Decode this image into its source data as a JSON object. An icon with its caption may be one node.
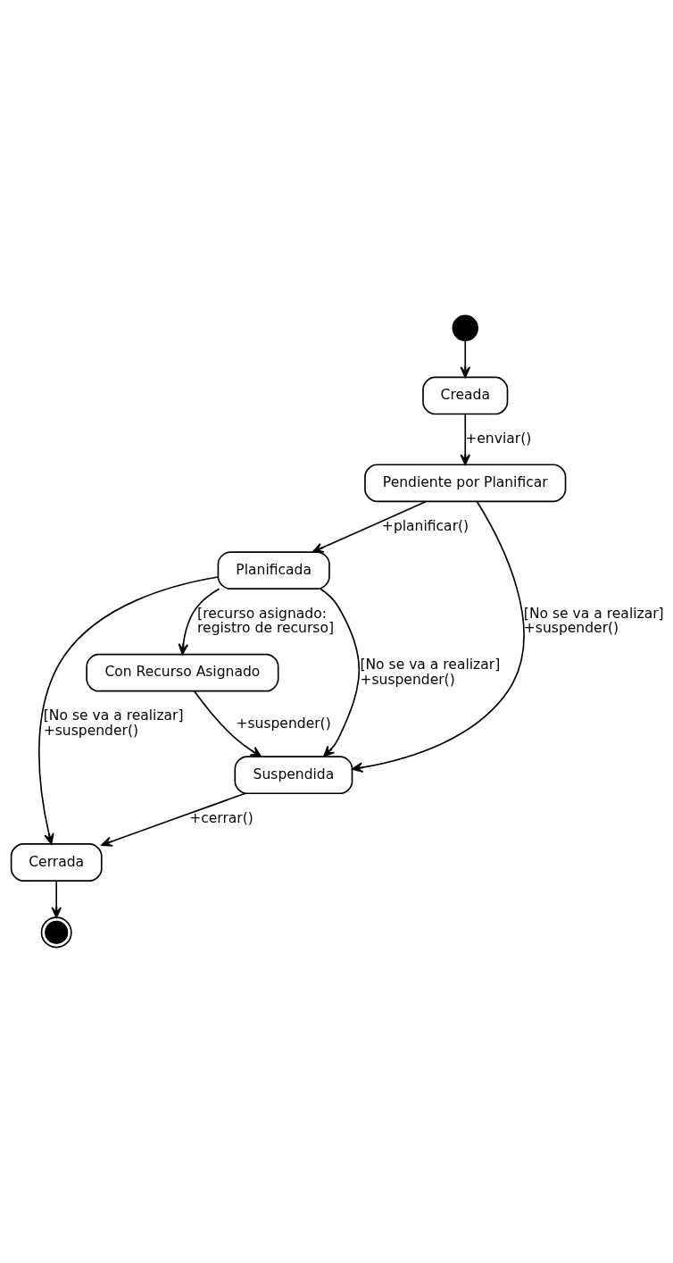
{
  "diagram": {
    "nodes": [
      {
        "text": [],
        "shape": "circle"
      },
      {
        "text": [
          "Creada"
        ]
      },
      {
        "text": [
          "Pendiente por Planificar"
        ]
      },
      {
        "text": [
          "Planificada"
        ]
      },
      {
        "text": [
          "Con Recurso Asignado"
        ]
      },
      {
        "text": [
          "Suspendida"
        ]
      },
      {
        "text": [
          "Cerrada"
        ]
      },
      {
        "text": [],
        "shape": "bullseye"
      }
    ],
    "edges": [
      {
        "from": 0,
        "to": 1,
        "arrow": "to"
      },
      {
        "from": 1,
        "to": 2,
        "arrow": "to",
        "label": "+enviar()"
      },
      {
        "from": 2,
        "to": 3,
        "arrow": "to",
        "label": "+planificar()"
      },
      {
        "from": 2,
        "to": 5,
        "arrow": "to",
        "label": "[No se va a realizar] +suspender()"
      },
      {
        "from": 3,
        "to": 4,
        "arrow": "to",
        "label": "[recurso asignado: registro de recurso]"
      },
      {
        "from": 3,
        "to": 5,
        "arrow": "to",
        "label": "[No se va a realizar] +suspender()"
      },
      {
        "from": 3,
        "to": 6,
        "arrow": "to",
        "label": "[No se va a realizar] +suspender()"
      },
      {
        "from": 4,
        "to": 5,
        "arrow": "to",
        "label": "+suspender()"
      },
      {
        "from": 5,
        "to": 6,
        "arrow": "to",
        "label": "+cerrar()"
      },
      {
        "from": 6,
        "to": 7,
        "arrow": "to"
      }
    ]
  }
}
